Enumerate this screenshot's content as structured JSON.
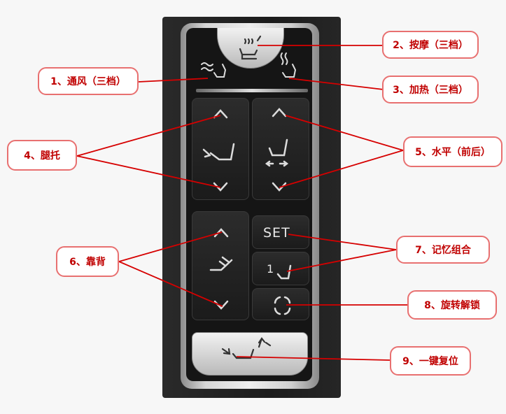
{
  "labels": {
    "ventilation": "1、通风（三档）",
    "massage": "2、按摩（三档）",
    "heating": "3、加热（三档）",
    "leg_rest": "4、腿托",
    "horizontal": "5、水平（前后）",
    "backrest": "6、靠背",
    "memory": "7、记忆组合",
    "rotate_unlock": "8、旋转解锁",
    "one_key_reset": "9、一键复位"
  },
  "panel": {
    "set_label": "SET",
    "memory_slot_label": "1"
  },
  "colors": {
    "callout_line": "#d60000",
    "callout_border": "#e87070",
    "callout_text": "#c00000",
    "panel_bg": "#151515",
    "icon": "#dcdcdc"
  },
  "icons": {
    "ventilation": "seat-fan-icon",
    "massage": "seat-massage-icon",
    "heating": "seat-heat-icon",
    "leg_rest": "seat-legrest-icon",
    "horizontal": "seat-slide-icon",
    "backrest": "seat-recline-icon",
    "memory": "seat-memory-icon",
    "rotate": "rotate-icon",
    "reset": "seat-reset-icon"
  }
}
